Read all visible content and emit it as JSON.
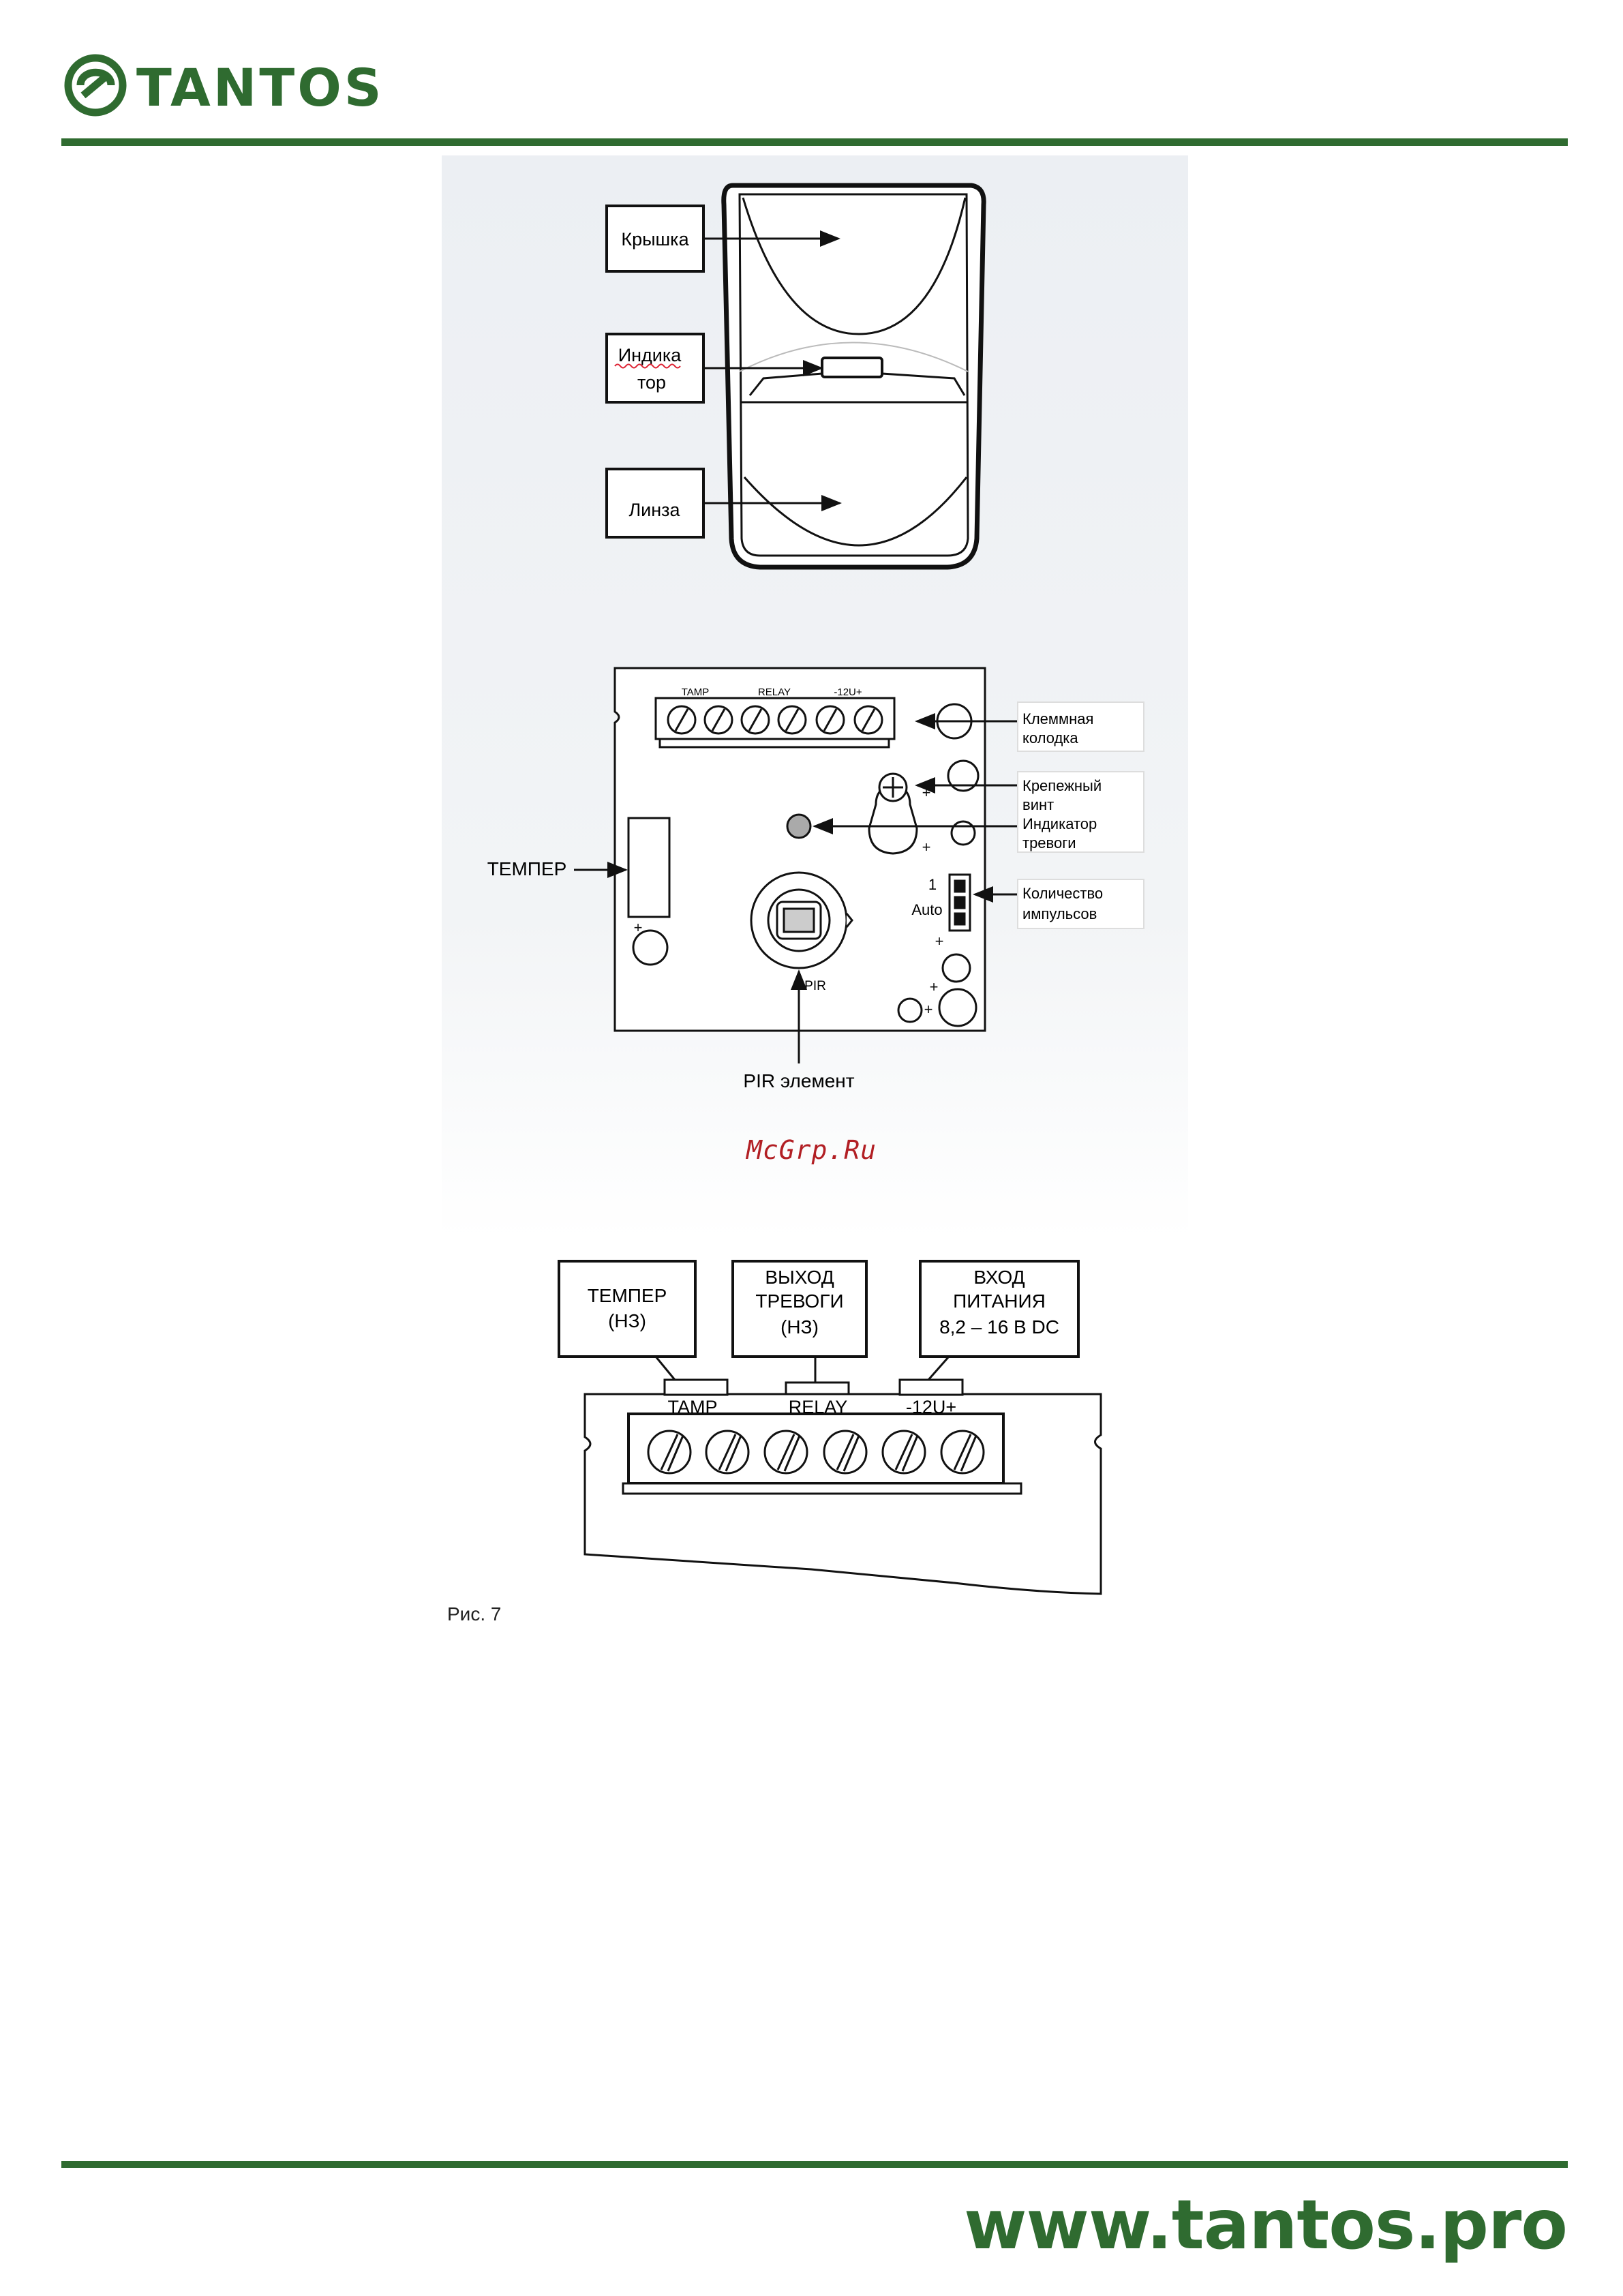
{
  "header": {
    "logo_text": "TANTOS",
    "accent": "#2f6b30"
  },
  "footer": {
    "url": "www.tantos.pro"
  },
  "figure_top": {
    "labels": {
      "cover": "Крышка",
      "indicator_l1": "Индика",
      "indicator_l2": "тор",
      "lens": "Линза"
    }
  },
  "figure_board": {
    "terminal_labels": {
      "tamp": "TAMP",
      "relay": "RELAY",
      "power": "-12U+"
    },
    "callouts": {
      "terminal_block_l1": "Клеммная",
      "terminal_block_l2": "колодка",
      "screw_l1": "Крепежный",
      "screw_l2": "винт",
      "alarm_led_l1": "Индикатор",
      "alarm_led_l2": "тревоги",
      "pulses_l1": "Количество",
      "pulses_l2": "импульсов",
      "tamper": "ТЕМПЕР",
      "pir_element": "PIR элемент"
    },
    "jumper_1": "1",
    "jumper_auto": "Auto",
    "pir": "PIR"
  },
  "watermark": "McGrp.Ru",
  "figure_terminals": {
    "boxes": {
      "tamper_l1": "ТЕМПЕР",
      "tamper_l2": "(НЗ)",
      "alarm_l1": "ВЫХОД",
      "alarm_l2": "ТРЕВОГИ",
      "alarm_l3": "(НЗ)",
      "power_l1": "ВХОД",
      "power_l2": "ПИТАНИЯ",
      "power_l3": "8,2 – 16 В DC"
    },
    "labels": {
      "tamp": "TAMP",
      "relay": "RELAY",
      "power": "-12U+"
    }
  },
  "caption": "Рис. 7"
}
